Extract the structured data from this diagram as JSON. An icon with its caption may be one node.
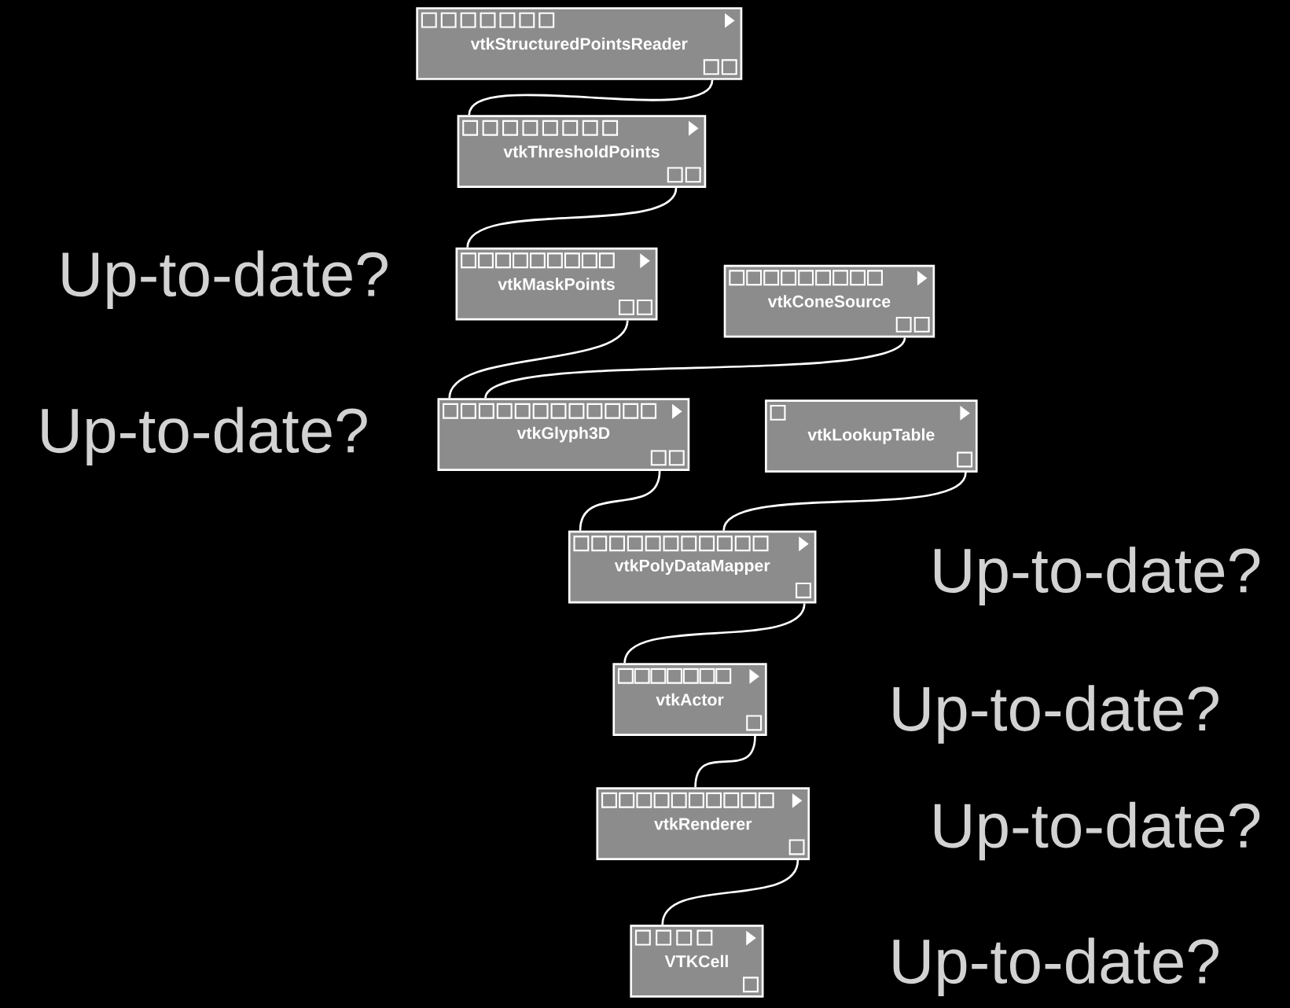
{
  "diagram": {
    "nodes": [
      {
        "text": [
          "vtkStructuredPointsReader"
        ]
      },
      {
        "text": [
          "vtkThresholdPoints"
        ]
      },
      {
        "text": [
          "vtkMaskPoints"
        ]
      },
      {
        "text": [
          "vtkConeSource"
        ]
      },
      {
        "text": [
          "vtkGlyph3D"
        ]
      },
      {
        "text": [
          "vtkLookupTable"
        ]
      },
      {
        "text": [
          "vtkPolyDataMapper"
        ]
      },
      {
        "text": [
          "vtkActor"
        ]
      },
      {
        "text": [
          "vtkRenderer"
        ]
      },
      {
        "text": [
          "VTKCell"
        ]
      }
    ],
    "edges": [
      {
        "from": 0,
        "to": 1,
        "arrow": "none"
      },
      {
        "from": 1,
        "to": 2,
        "arrow": "none"
      },
      {
        "from": 2,
        "to": 4,
        "arrow": "none"
      },
      {
        "from": 3,
        "to": 4,
        "arrow": "none"
      },
      {
        "from": 4,
        "to": 6,
        "arrow": "none"
      },
      {
        "from": 5,
        "to": 6,
        "arrow": "none"
      },
      {
        "from": 6,
        "to": 7,
        "arrow": "none"
      },
      {
        "from": 7,
        "to": 8,
        "arrow": "none"
      },
      {
        "from": 8,
        "to": 9,
        "arrow": "none"
      }
    ],
    "labels": [
      "Up-to-date?",
      "Up-to-date?",
      "Up-to-date?",
      "Up-to-date?",
      "Up-to-date?",
      "Up-to-date?"
    ]
  }
}
